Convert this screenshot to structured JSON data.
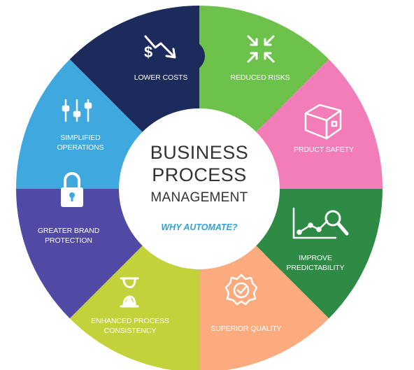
{
  "title": {
    "line1": "BUSINESS",
    "line2": "PROCESS",
    "line3": "MANAGEMENT",
    "subtitle": "WHY AUTOMATE?"
  },
  "segments": [
    {
      "key": "lower_costs",
      "label": "LOWER COSTS",
      "color": "#6cc24a",
      "icon": "dollar-down-arrow-icon"
    },
    {
      "key": "reduced_risks",
      "label": "REDUCED RISKS",
      "color": "#f27db8",
      "icon": "compress-arrows-icon"
    },
    {
      "key": "product_safety",
      "label": "PRDUCT SAFETY",
      "color": "#2e8b46",
      "icon": "box-icon"
    },
    {
      "key": "improve_predictability",
      "line1": "IMPROVE",
      "line2": "PREDICTABILITY",
      "color": "#fbab7e",
      "icon": "chart-magnifier-icon"
    },
    {
      "key": "superior_quality",
      "label": "SUPERIOR QUALITY",
      "color": "#c3d23a",
      "icon": "quality-badge-icon"
    },
    {
      "key": "enhanced_process",
      "line1": "ENHANCED PROCESS",
      "line2": "CONSISTENCY",
      "color": "#514aa4",
      "icon": "hourglass-icon"
    },
    {
      "key": "greater_brand",
      "line1": "GREATER BRAND",
      "line2": "PROTECTION",
      "color": "#3fa9df",
      "icon": "padlock-icon"
    },
    {
      "key": "simplified_ops",
      "line1": "SIMPLIFIED",
      "line2": "OPERATIONS",
      "color": "#1d2b5c",
      "icon": "sliders-icon"
    }
  ]
}
